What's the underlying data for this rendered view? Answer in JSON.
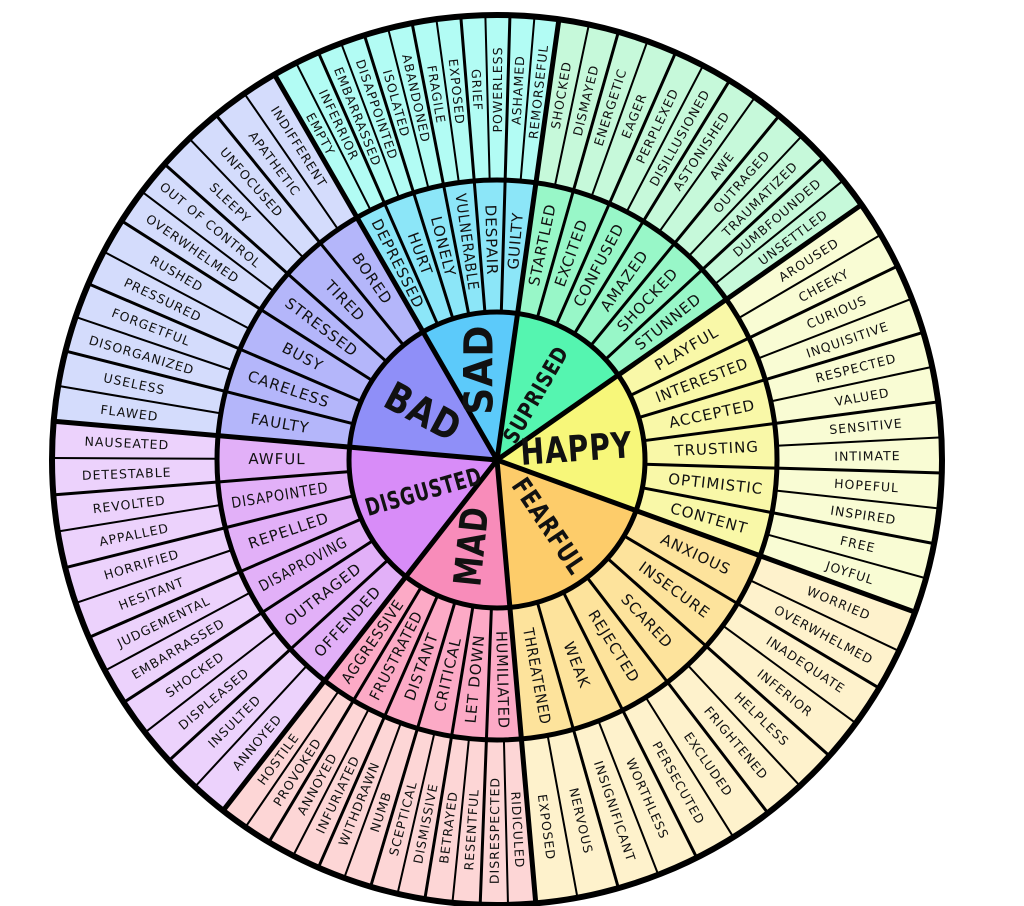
{
  "wheel": {
    "core": [
      {
        "label": "SAD",
        "colors": {
          "core": "#5ccafa",
          "middle": "#8ce6f8",
          "outer": "#b2fcf4"
        },
        "middle": [
          {
            "label": "DEPRESSED",
            "outer": [
              "EMPTY",
              "INFERRIOR"
            ]
          },
          {
            "label": "HURT",
            "outer": [
              "EMBARRASSED",
              "DISAPPOINTED"
            ]
          },
          {
            "label": "LONELY",
            "outer": [
              "ISOLATED",
              "ABANDONED"
            ]
          },
          {
            "label": "VULNERABLE",
            "outer": [
              "FRAGILE",
              "EXPOSED"
            ]
          },
          {
            "label": "DESPAIR",
            "outer": [
              "GRIEF",
              "POWERLESS"
            ]
          },
          {
            "label": "GUILTY",
            "outer": [
              "ASHAMED",
              "REMORSEFUL"
            ]
          }
        ]
      },
      {
        "label": "SUPRISED",
        "colors": {
          "core": "#55f5b0",
          "middle": "#98f7c8",
          "outer": "#c6f9da"
        },
        "middle": [
          {
            "label": "STARTLED",
            "outer": [
              "SHOCKED",
              "DISMAYED"
            ]
          },
          {
            "label": "EXCITED",
            "outer": [
              "ENERGETIC",
              "EAGER"
            ]
          },
          {
            "label": "CONFUSED",
            "outer": [
              "PERPLEXED",
              "DISILLUSIONED"
            ]
          },
          {
            "label": "AMAZED",
            "outer": [
              "ASTONISHED",
              "AWE"
            ]
          },
          {
            "label": "SHOCKED",
            "outer": [
              "OUTRAGED",
              "TRAUMATIZED"
            ]
          },
          {
            "label": "STUNNED",
            "outer": [
              "DUMBFOUNDED",
              "UNSETTLED"
            ]
          }
        ]
      },
      {
        "label": "HAPPY",
        "colors": {
          "core": "#f7f77a",
          "middle": "#f9f8a8",
          "outer": "#f9fcd4"
        },
        "middle": [
          {
            "label": "PLAYFUL",
            "outer": [
              "AROUSED",
              "CHEEKY"
            ]
          },
          {
            "label": "INTERESTED",
            "outer": [
              "CURIOUS",
              "INQUISITIVE"
            ]
          },
          {
            "label": "ACCEPTED",
            "outer": [
              "RESPECTED",
              "VALUED"
            ]
          },
          {
            "label": "TRUSTING",
            "outer": [
              "SENSITIVE",
              "INTIMATE"
            ]
          },
          {
            "label": "OPTIMISTIC",
            "outer": [
              "HOPEFUL",
              "INSPIRED"
            ]
          },
          {
            "label": "CONTENT",
            "outer": [
              "FREE",
              "JOYFUL"
            ]
          }
        ]
      },
      {
        "label": "FEARFUL",
        "colors": {
          "core": "#fdcc6a",
          "middle": "#fde39c",
          "outer": "#fef2cc"
        },
        "middle": [
          {
            "label": "ANXIOUS",
            "outer": [
              "WORRIED",
              "OVERWHELMED"
            ]
          },
          {
            "label": "INSECURE",
            "outer": [
              "INADEQUATE",
              "INFERIOR"
            ]
          },
          {
            "label": "SCARED",
            "outer": [
              "HELPLESS",
              "FRIGHTENED"
            ]
          },
          {
            "label": "REJECTED",
            "outer": [
              "EXCLUDED",
              "PERSECUTED"
            ]
          },
          {
            "label": "WEAK",
            "outer": [
              "WORTHLESS",
              "INSIGNIFICANT"
            ]
          },
          {
            "label": "THREATENED",
            "outer": [
              "NERVOUS",
              "EXPOSED"
            ]
          }
        ]
      },
      {
        "label": "MAD",
        "colors": {
          "core": "#f88cba",
          "middle": "#fcaac6",
          "outer": "#fdd6d6"
        },
        "middle": [
          {
            "label": "HUMILIATED",
            "outer": [
              "RIDICULED",
              "DISRESPECTED"
            ]
          },
          {
            "label": "LET DOWN",
            "outer": [
              "RESENTFUL",
              "BETRAYED"
            ]
          },
          {
            "label": "CRITICAL",
            "outer": [
              "DISMISSIVE",
              "SCEPTICAL"
            ]
          },
          {
            "label": "DISTANT",
            "outer": [
              "NUMB",
              "WITHDRAWN"
            ]
          },
          {
            "label": "FRUSTRATED",
            "outer": [
              "INFURIATED",
              "ANNOYED"
            ]
          },
          {
            "label": "AGGRESSIVE",
            "outer": [
              "PROVOKED",
              "HOSTILE"
            ]
          }
        ]
      },
      {
        "label": "DISGUSTED",
        "colors": {
          "core": "#d88cf8",
          "middle": "#e2b0f8",
          "outer": "#ecd2fc"
        },
        "middle": [
          {
            "label": "OFFENDED",
            "outer": [
              "ANNOYED",
              "INSULTED"
            ]
          },
          {
            "label": "OUTRAGED",
            "outer": [
              "DISPLEASED",
              "SHOCKED"
            ]
          },
          {
            "label": "DISAPROVING",
            "outer": [
              "EMBARRASSED",
              "JUDGEMENTAL"
            ]
          },
          {
            "label": "REPELLED",
            "outer": [
              "HESITANT",
              "HORRIFIED"
            ]
          },
          {
            "label": "DISAPOINTED",
            "outer": [
              "APPALLED",
              "REVOLTED"
            ]
          },
          {
            "label": "AWFUL",
            "outer": [
              "DETESTABLE",
              "NAUSEATED"
            ]
          }
        ]
      },
      {
        "label": "BAD",
        "colors": {
          "core": "#8f8ff8",
          "middle": "#b4b6fa",
          "outer": "#d4dcfc"
        },
        "middle": [
          {
            "label": "FAULTY",
            "outer": [
              "FLAWED",
              "USELESS"
            ]
          },
          {
            "label": "CARELESS",
            "outer": [
              "DISORGANIZED",
              "FORGETFUL"
            ]
          },
          {
            "label": "BUSY",
            "outer": [
              "PRESSURED",
              "RUSHED"
            ]
          },
          {
            "label": "STRESSED",
            "outer": [
              "OVERWHELMED",
              "OUT OF CONTROL"
            ]
          },
          {
            "label": "TIRED",
            "outer": [
              "SLEEPY",
              "UNFOCUSED"
            ]
          },
          {
            "label": "BORED",
            "outer": [
              "APATHETIC",
              "INDIFFERENT"
            ]
          }
        ]
      }
    ]
  }
}
